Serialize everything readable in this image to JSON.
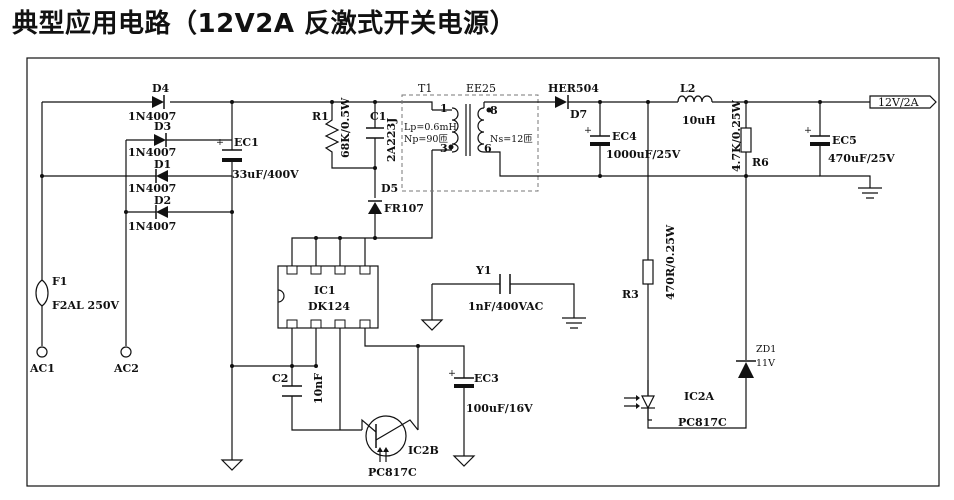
{
  "title": "典型应用电路（12V2A 反激式开关电源）",
  "labels": {
    "d4": "D4",
    "d4_part": "1N4007",
    "d3": "D3",
    "d3_part": "1N4007",
    "d1": "D1",
    "d1_part": "1N4007",
    "d2": "D2",
    "d2_part": "1N4007",
    "ec1": "EC1",
    "ec1_val": "33uF/400V",
    "r1": "R1",
    "r1_val": "68K/0.5W",
    "c1": "C1",
    "c1_val": "2A223J",
    "t1": "T1",
    "t1_core": "EE25",
    "pin1": "1",
    "pin3": "3",
    "pin8": "8",
    "pin6": "6",
    "lp": "Lp=0.6mH",
    "np": "Np=90匝",
    "ns": "Ns=12匝",
    "d5": "D5",
    "d5_part": "FR107",
    "d7_part": "HER504",
    "d7": "D7",
    "l2": "L2",
    "l2_val": "10uH",
    "out": "12V/2A",
    "ec4": "EC4",
    "ec4_val": "1000uF/25V",
    "r6_val": "4.7K/0.25W",
    "r6": "R6",
    "ec5": "EC5",
    "ec5_val": "470uF/25V",
    "f1": "F1",
    "f1_val": "F2AL 250V",
    "ac1": "AC1",
    "ac2": "AC2",
    "ic1": "IC1",
    "ic1_part": "DK124",
    "y1": "Y1",
    "y1_val": "1nF/400VAC",
    "r3": "R3",
    "r3_val": "470R/0.25W",
    "c2": "C2",
    "c2_val": "10nF",
    "ec3": "EC3",
    "ec3_val": "100uF/16V",
    "ic2b": "IC2B",
    "ic2b_part": "PC817C",
    "ic2a": "IC2A",
    "ic2a_part": "PC817C",
    "zd1": "ZD1",
    "zd1_val": "11V"
  }
}
